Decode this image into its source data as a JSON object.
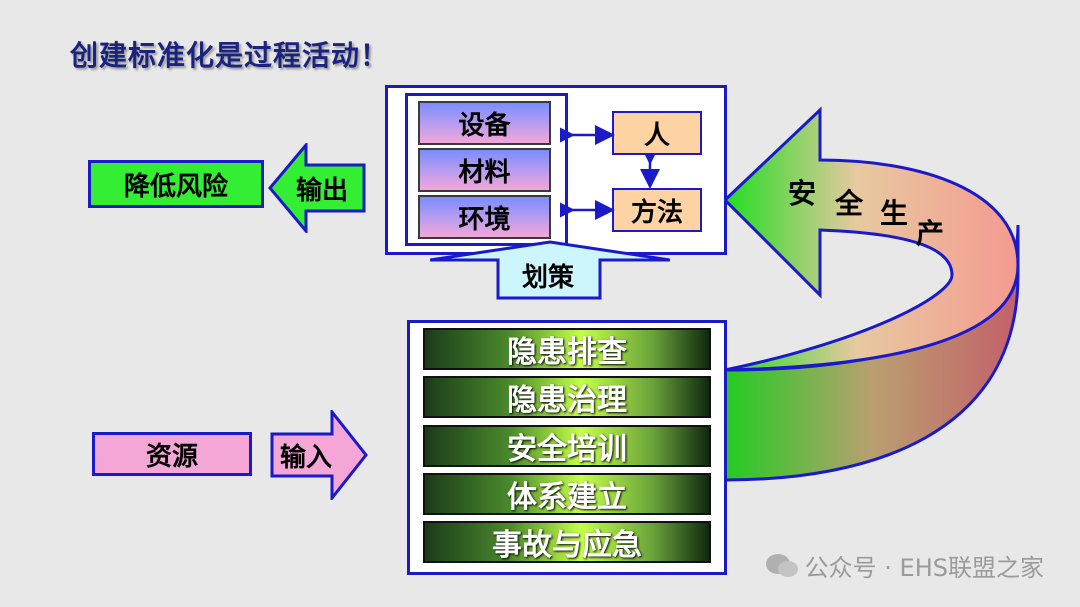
{
  "title": "创建标准化是过程活动！",
  "output_block": {
    "result": "降低风险",
    "arrow_label": "输出"
  },
  "input_block": {
    "source": "资源",
    "arrow_label": "输入"
  },
  "plan_panel": {
    "elements": [
      "设备",
      "材料",
      "环境"
    ],
    "person": "人",
    "method": "方法",
    "plan_label": "划策"
  },
  "cycle_arrow": {
    "chars": [
      "安",
      "全",
      "生",
      "产"
    ]
  },
  "activities": [
    "隐患排查",
    "隐患治理",
    "安全培训",
    "体系建立",
    "事故与应急"
  ],
  "watermark": {
    "text": "公众号 · EHS联盟之家",
    "icon": "wechat-icon"
  },
  "colors": {
    "frame": "#1a1ac8",
    "green": "#33cc33",
    "pink": "#f4a6d6",
    "orange": "#fdd3a4"
  }
}
